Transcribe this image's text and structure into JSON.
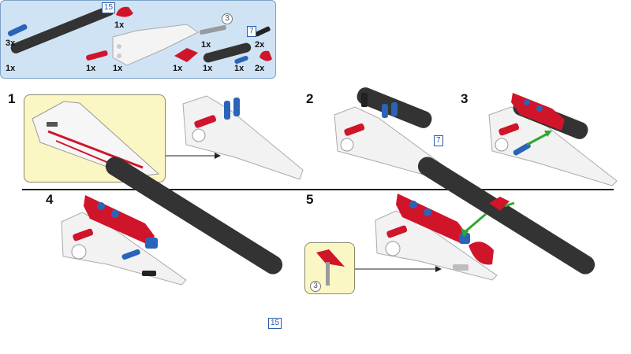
{
  "parts_panel": {
    "items": [
      {
        "name": "blue-axle-pin",
        "qty": "3x"
      },
      {
        "name": "black-beam-15",
        "qty": "1x",
        "length": "15"
      },
      {
        "name": "red-half-bush",
        "qty": "1x"
      },
      {
        "name": "red-axle-pin",
        "qty": "1x"
      },
      {
        "name": "white-panel",
        "qty": "1x"
      },
      {
        "name": "gray-axle",
        "qty": "1x",
        "length": "3"
      },
      {
        "name": "red-connector",
        "qty": "1x"
      },
      {
        "name": "black-beam-7",
        "qty": "1x",
        "length": "7"
      },
      {
        "name": "black-pin",
        "qty": "2x"
      },
      {
        "name": "blue-pin",
        "qty": "1x"
      },
      {
        "name": "red-bush",
        "qty": "2x"
      }
    ]
  },
  "steps": [
    {
      "number": "1"
    },
    {
      "number": "2",
      "beam_length": "7"
    },
    {
      "number": "3"
    },
    {
      "number": "4",
      "beam_length": "15"
    },
    {
      "number": "5",
      "callout_length": "3"
    }
  ],
  "colors": {
    "panel_bg": "#cfe3f5",
    "brick_red": "#d0142a",
    "beam_black": "#333333",
    "pin_blue": "#2a64b8",
    "callout_bg": "#fbf7c4",
    "arrow_green": "#2fa82f"
  }
}
